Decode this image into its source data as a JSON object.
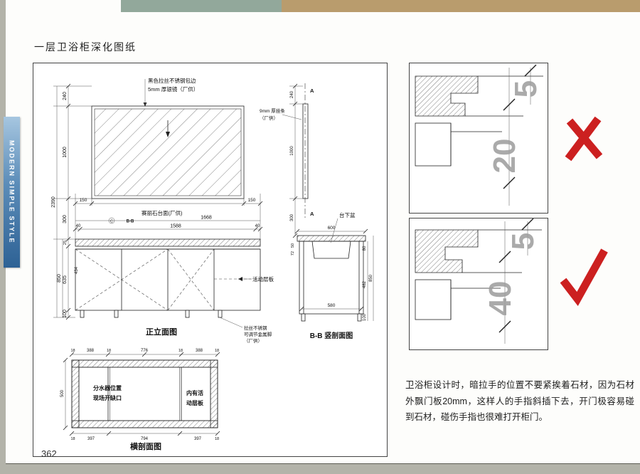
{
  "page": {
    "title": "一层卫浴柜深化图纸",
    "page_number": "362",
    "sidebar_text": "MODERN SIMPLE STYLE",
    "note": "卫浴柜设计时，暗拉手的位置不要紧挨着石材，因为石材外飘门板20mm，这样人的手指斜插下去，开门极容易碰到石材，碰伤手指也很难打开柜门。"
  },
  "colors": {
    "accent_red": "#cc2020",
    "top_bar_teal": "#92a89b",
    "top_bar_tan": "#b99c6d",
    "sidebar_blue_top": "#a6c6e0",
    "sidebar_blue_bottom": "#2e6295"
  },
  "front_elevation": {
    "title": "正立面图",
    "label_edge": "黑色拉丝不锈钢包边",
    "label_mirror": "5mm 厚银镜（厂供）",
    "label_counter": "赛丽石台面(厂供)",
    "label_shelf": "活动层板",
    "label_feet_line1": "拉丝不锈钢",
    "label_feet_line2": "可调节金属脚",
    "label_feet_line3": "（厂供）",
    "mark_c": "C",
    "mark_bb": "B-B",
    "dims": {
      "total_height": "2390",
      "above_mirror": "240",
      "mirror_height": "1000",
      "mirror_to_counter": "300",
      "counter_thk": "25",
      "mid": "434",
      "door_height": "635",
      "cabinet_height": "850",
      "leg_height": "100",
      "mirror_inset_left": "150",
      "mirror_inset_right": "150",
      "width_total": "1668",
      "end_left": "40",
      "width_inner": "1588",
      "end_right": "40"
    }
  },
  "section_bb": {
    "title": "B-B 竖剖面图",
    "label_strip_line1": "9mm 厚挂条",
    "label_strip_line2": "（厂供）",
    "label_basin": "台下盆",
    "mark_a_top": "A",
    "mark_a_bottom": "A",
    "dims": {
      "above_mirror": "240",
      "mirror_height": "1000",
      "gap": "300",
      "depth_top": "600",
      "d50": "50",
      "d72": "72",
      "d80": "80",
      "door_height": "482",
      "cabinet_height": "850",
      "leg_height": "100",
      "depth_inner": "580"
    }
  },
  "section_plan": {
    "title": "横剖面图",
    "label_left_line1": "分水器位置",
    "label_left_line2": "现场开缺口",
    "label_right_line1": "内有活",
    "label_right_line2": "动层板",
    "dims": {
      "top": [
        "18",
        "388",
        "18",
        "776",
        "18",
        "388",
        "18"
      ],
      "bottom": [
        "18",
        "397",
        "794",
        "397",
        "18"
      ],
      "depth": "500"
    }
  },
  "details": {
    "wrong": {
      "dim_big": "20",
      "dim_small": "5"
    },
    "correct": {
      "dim_big": "40",
      "dim_small": "5"
    }
  }
}
